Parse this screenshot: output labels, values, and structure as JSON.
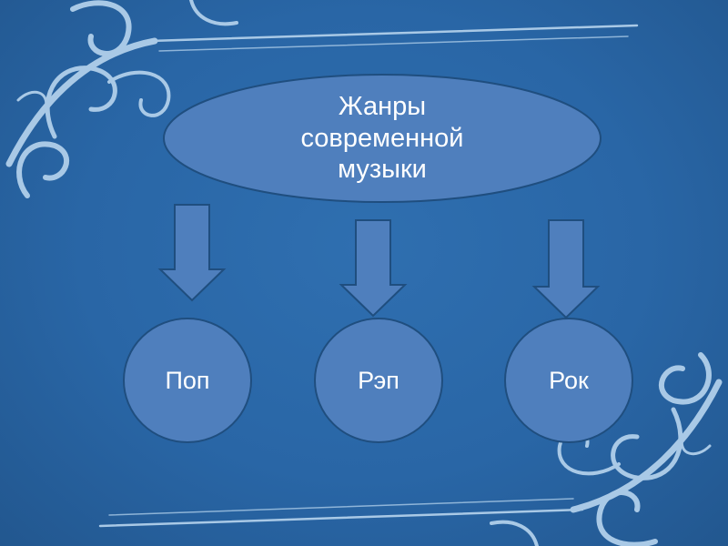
{
  "diagram": {
    "root": {
      "label_lines": [
        "Жанры",
        "современной",
        "музыки"
      ]
    },
    "children": [
      {
        "label": "Поп"
      },
      {
        "label": "Рэп"
      },
      {
        "label": "Рок"
      }
    ]
  },
  "colors": {
    "background": "#2a68a8",
    "shape_fill": "#4f7fbd",
    "shape_stroke": "#1f4e7f",
    "ornament": "#a9c9e6",
    "text": "#ffffff"
  }
}
